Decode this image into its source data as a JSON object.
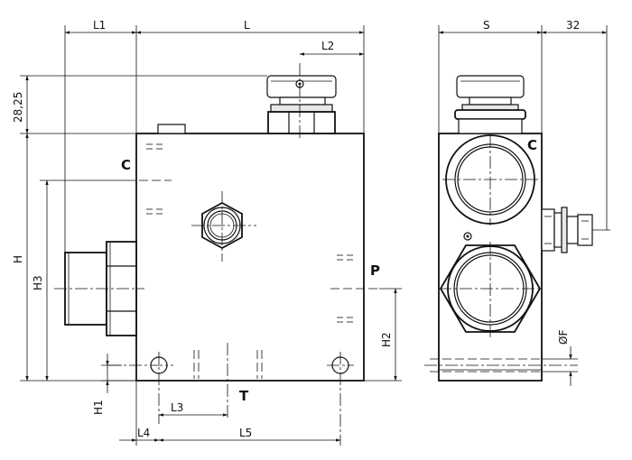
{
  "dimensions": {
    "L1": "L1",
    "L": "L",
    "L2": "L2",
    "S": "S",
    "side_32": "32",
    "top_28_25": "28,25",
    "H": "H",
    "H3": "H3",
    "H2": "H2",
    "H1": "H1",
    "L3": "L3",
    "L4": "L4",
    "L5": "L5",
    "PhiF": "ØF"
  },
  "ports": {
    "C_front": "C",
    "C_side": "C",
    "P": "P",
    "T": "T"
  }
}
